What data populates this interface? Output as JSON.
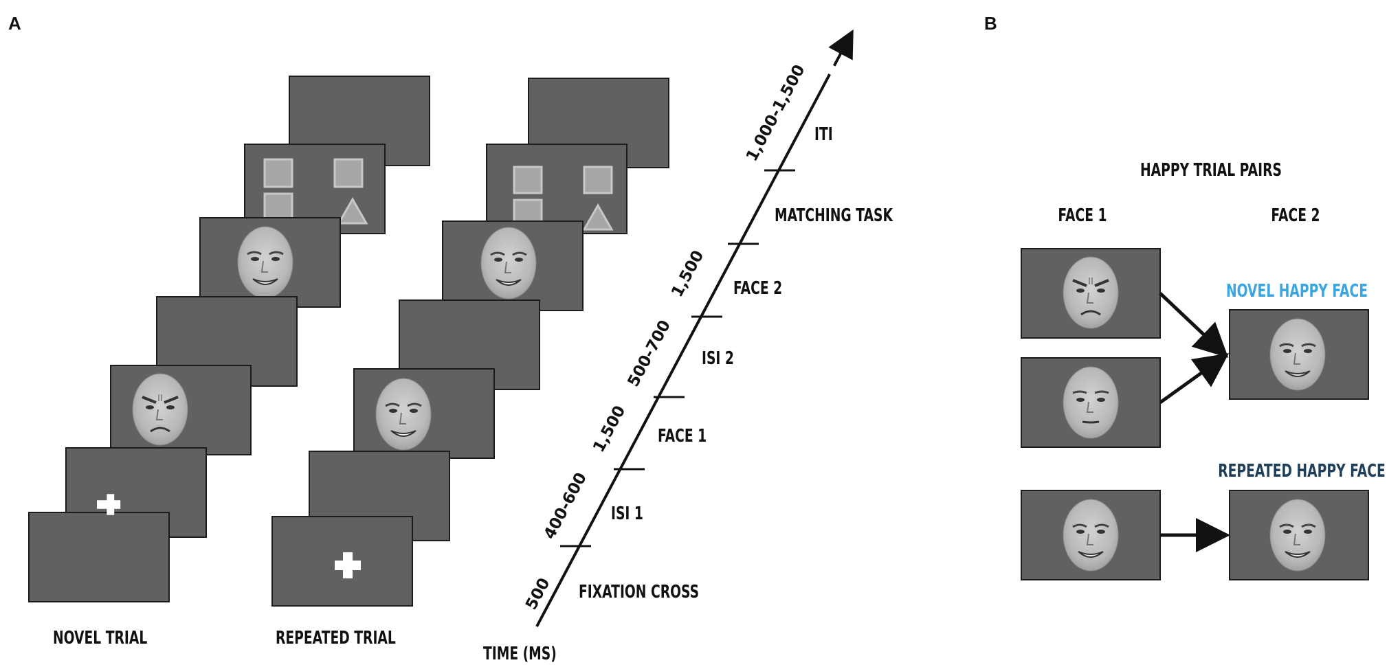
{
  "panels": {
    "a": "A",
    "b": "B"
  },
  "panel_a": {
    "novel_trial": "NOVEL TRIAL",
    "repeated_trial": "REPEATED TRIAL",
    "time_axis": "TIME (MS)",
    "phases": [
      {
        "label": "FIXATION CROSS",
        "duration": "500"
      },
      {
        "label": "ISI 1",
        "duration": "400-600"
      },
      {
        "label": "FACE 1",
        "duration": "1,500"
      },
      {
        "label": "ISI 2",
        "duration": "500-700"
      },
      {
        "label": "FACE 2",
        "duration": "1,500"
      },
      {
        "label": "MATCHING TASK",
        "duration": ""
      },
      {
        "label": "ITI",
        "duration": "1,000-1,500"
      }
    ]
  },
  "panel_b": {
    "title": "HAPPY TRIAL PAIRS",
    "face1": "FACE 1",
    "face2": "FACE 2",
    "novel_happy_face": "NOVEL HAPPY FACE",
    "repeated_happy_face": "REPEATED HAPPY FACE"
  },
  "colors": {
    "screen": "#616161",
    "novel_label": "#3aa6e0",
    "repeated_label": "#1f3f5a"
  }
}
